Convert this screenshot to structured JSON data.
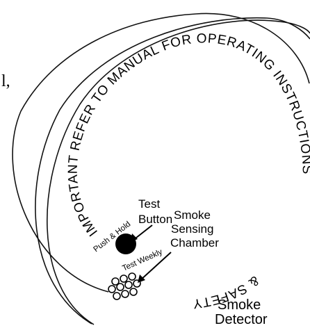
{
  "ring_text_1": "IMPORTANT REFER TO MANUAL FOR OPERATING INSTRUCTIONS",
  "ring_text_2": "& SAFETY",
  "fragment_text": "l,",
  "button_label_line1": "Test",
  "button_label_line2": "Button",
  "push_hold_text": "Push & Hold",
  "test_weekly_text": "Test Weekly",
  "chamber_label_line1": "Smoke",
  "chamber_label_line2": "Sensing",
  "chamber_label_line3": "Chamber",
  "device_label_line1": "Smoke",
  "device_label_line2": "Detector"
}
